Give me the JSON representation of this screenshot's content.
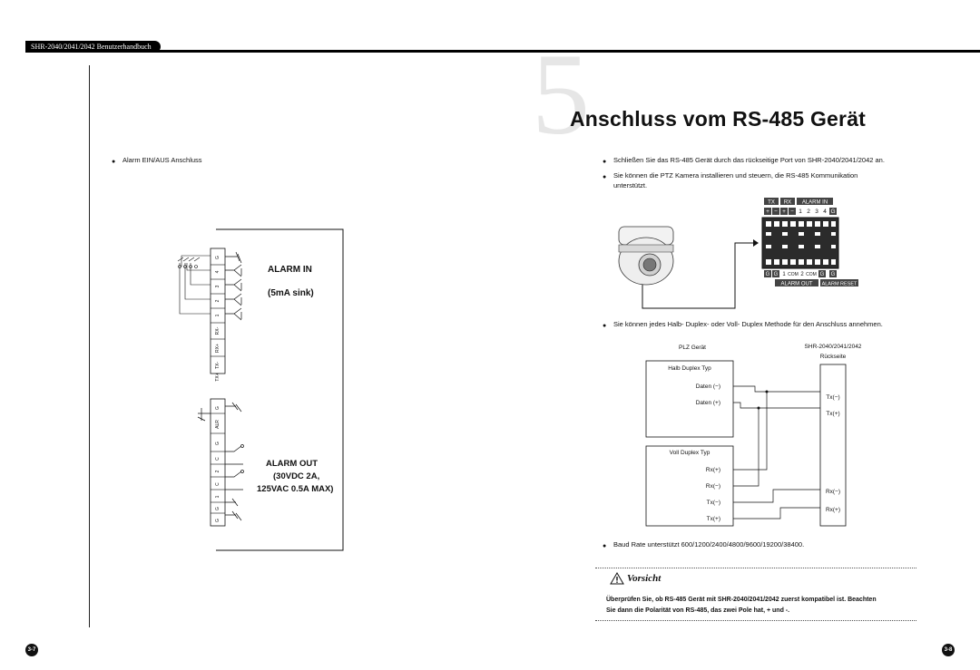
{
  "header": {
    "manual_title": "SHR-2040/2041/2042 Benutzerhandbuch"
  },
  "section": {
    "number": "5",
    "title": "Anschluss vom RS-485 Gerät"
  },
  "left": {
    "bullet": "Alarm EIN/AUS Anschluss",
    "alarm_in_label": "ALARM IN",
    "alarm_in_spec": "(5mA sink)",
    "alarm_out_label": "ALARM OUT",
    "alarm_out_spec1": "(30VDC 2A,",
    "alarm_out_spec2": "125VAC 0.5A MAX)",
    "terminals_top": [
      "G",
      "4",
      "3",
      "2",
      "1",
      "RX-",
      "RX+",
      "TX-",
      "TX+"
    ],
    "terminals_bottom": [
      "G",
      "ALR",
      "G",
      "C",
      "2",
      "C",
      "1",
      "G",
      "G"
    ]
  },
  "right": {
    "bullet1": "Schließen Sie das RS-485 Gerät durch das rückseitige Port von SHR-2040/2041/2042 an.",
    "bullet2_line1": "Sie können die PTZ Kamera installieren und steuern, die RS-485 Kommunikation",
    "bullet2_line2": "unterstützt.",
    "panel": {
      "tx": "TX",
      "rx": "RX",
      "alarm_in": "ALARM IN",
      "top_row": [
        "+",
        "−",
        "+",
        "−",
        "1",
        "2",
        "3",
        "4",
        "G"
      ],
      "bottom_row": [
        "G",
        "G",
        "1",
        "COM",
        "2",
        "COM",
        "G",
        "G"
      ],
      "alarm_out": "ALARM OUT",
      "alarm_reset": "ALARM RESET"
    },
    "bullet3": "Sie können jedes Halb- Duplex- oder Voll- Duplex Methode für den Anschluss annehmen.",
    "wiring": {
      "ptz_label": "PLZ Gerät",
      "rear_label1": "SHR-2040/2041/2042",
      "rear_label2": "Rückseite",
      "half_duplex": "Halb Duplex Typ",
      "data_minus": "Daten (−)",
      "data_plus": "Daten (+)",
      "tx_minus_r": "Tx(−)",
      "tx_plus_r": "Tx(+)",
      "full_duplex": "Voll Duplex Typ",
      "rx_plus": "Rx(+)",
      "rx_minus": "Rx(−)",
      "tx_minus": "Tx(−)",
      "tx_plus": "Tx(+)",
      "rx_minus_r": "Rx(−)",
      "rx_plus_r": "Rx(+)"
    },
    "bullet4": "Baud Rate unterstützt 600/1200/2400/4800/9600/19200/38400.",
    "caution_title": "Vorsicht",
    "caution_line1": "Überprüfen Sie, ob RS-485 Gerät mit SHR-2040/2041/2042 zuerst kompatibel ist. Beachten",
    "caution_line2": "Sie dann die Polarität von RS-485, das zwei Pole hat, + und -."
  },
  "pages": {
    "left": "3-7",
    "right": "3-8"
  }
}
